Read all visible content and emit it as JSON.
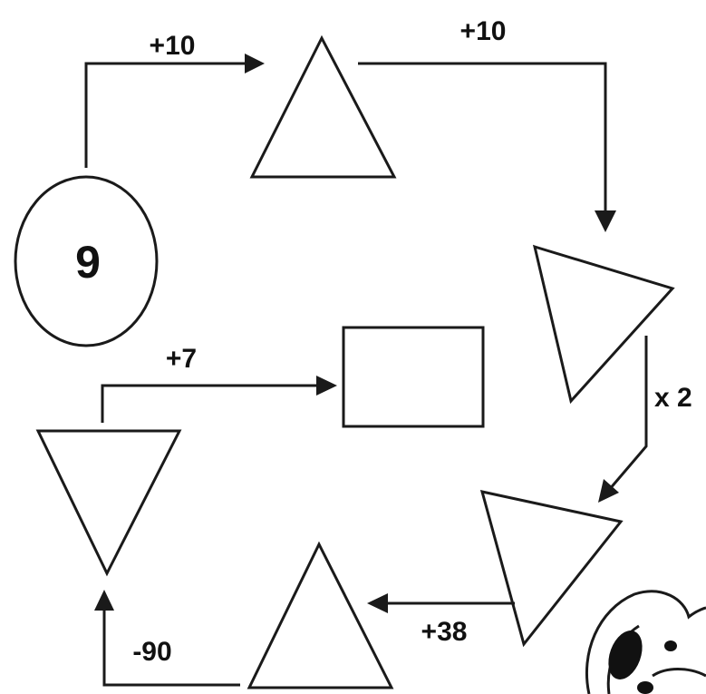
{
  "diagram": {
    "start_value": "9",
    "steps": [
      {
        "op": "+10"
      },
      {
        "op": "+10"
      },
      {
        "op": "x 2"
      },
      {
        "op": "+38"
      },
      {
        "op": "-90"
      },
      {
        "op": "+7"
      }
    ]
  },
  "colors": {
    "stroke": "#1a1a1a",
    "background": "#ffffff"
  }
}
